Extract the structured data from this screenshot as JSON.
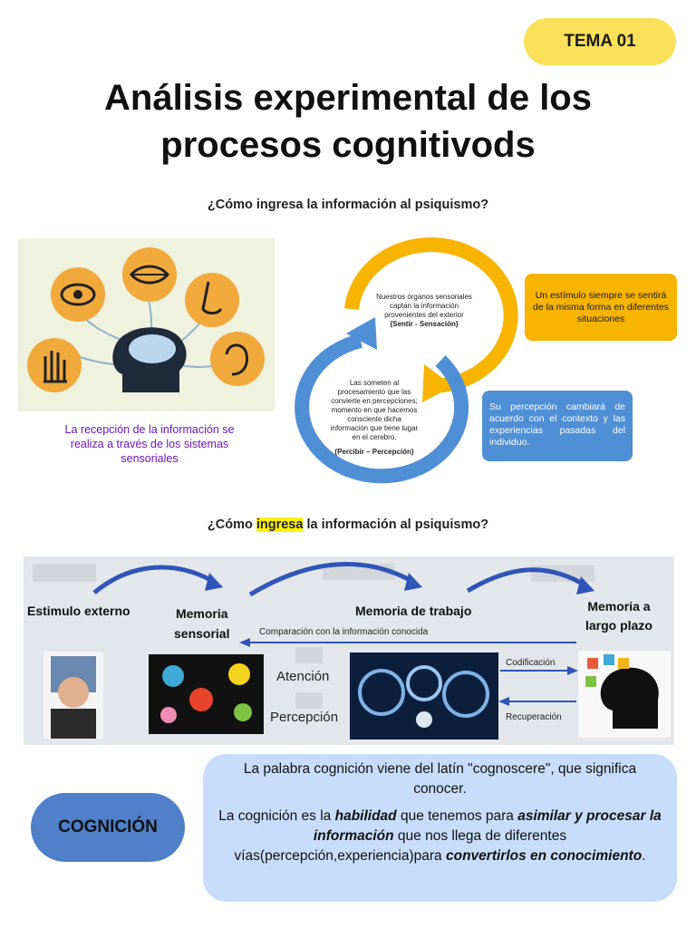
{
  "header": {
    "badge": "TEMA 01",
    "title_line1": "Análisis experimental de los",
    "title_line2": "procesos cognitivods"
  },
  "section1": {
    "question": "¿Cómo ingresa la información al psiquismo?",
    "reception_text": "La recepción de la información se realiza a través de los sistemas sensoriales",
    "cycle_top_line1": "Nuestros órganos sensoriales",
    "cycle_top_line2": "captan la información",
    "cycle_top_line3": "provenientes del exterior",
    "cycle_top_label": "(Sentir - Sensación)",
    "cycle_bottom_line1": "Las someten al",
    "cycle_bottom_line2": "procesamiento que las",
    "cycle_bottom_line3": "convierte en percepciones;",
    "cycle_bottom_line4": "momento en que hacemos",
    "cycle_bottom_line5": "consciente dicha",
    "cycle_bottom_line6": "información que tiene lugar",
    "cycle_bottom_line7": "en el cerebro.",
    "cycle_bottom_label": "(Percibir – Percepción)",
    "yellow_note": "Un estímulo siempre se sentirá de la misma forma en diferentes situaciones",
    "blue_note": "Su percepción cambiará de acuerdo con el contexto y las experiencias pasadas del individuo."
  },
  "section2": {
    "question_pre": "¿Cómo ",
    "question_highlight": "ingresa",
    "question_post": " la información al psiquismo?",
    "stage1": "Estimulo externo",
    "stage2_line1": "Memoria",
    "stage2_line2": "sensorial",
    "stage3": "Memoria de trabajo",
    "stage4_line1": "Memoria a",
    "stage4_line2": "largo plazo",
    "comparison": "Comparación con la información conocida",
    "attention": "Atención",
    "perception": "Percepción",
    "encoding": "Codificación",
    "retrieval": "Recuperación"
  },
  "cognition": {
    "pill": "COGNICIÓN",
    "def1": "La palabra cognición viene del latín \"cognoscere\", que significa conocer.",
    "def2_a": "La cognición es la ",
    "def2_b": "habilidad",
    "def2_c": " que tenemos para ",
    "def2_d": "asimilar y procesar la información",
    "def2_e": " que nos llega de diferentes vías(percepción,experiencia)para ",
    "def2_f": "convertirlos en conocimiento",
    "def2_g": "."
  },
  "colors": {
    "badge": "#fbe15a",
    "yellow_arc": "#f7b400",
    "blue_arc": "#4f8fd6",
    "cognition_pill": "#4f80c9",
    "definition_box": "#c8ddfb",
    "sense_orange": "#f2a93b",
    "reception_text": "#6a19b5"
  }
}
